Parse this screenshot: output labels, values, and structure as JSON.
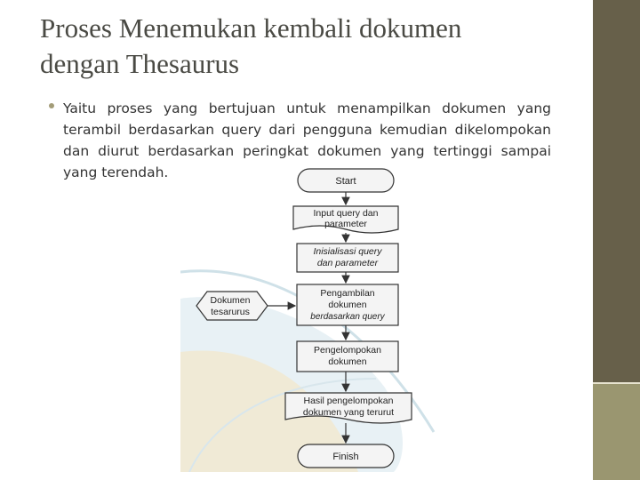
{
  "slide": {
    "title_line1": "Proses Menemukan kembali dokumen",
    "title_line2": "dengan Thesaurus",
    "bullet": "Yaitu proses yang bertujuan untuk menampilkan dokumen yang terambil berdasarkan query dari pengguna kemudian dikelompokan dan diurut berdasarkan peringkat dokumen yang tertinggi sampai yang terendah."
  },
  "flowchart": {
    "start": "Start",
    "step1_line1": "Input query dan",
    "step1_line2": "parameter",
    "step2_line1": "Inisialisasi query",
    "step2_line2": "dan parameter",
    "step3_line1": "Pengambilan",
    "step3_line2": "dokumen",
    "step3_line3": "berdasarkan query",
    "side_line1": "Dokumen",
    "side_line2": "tesarurus",
    "step4_line1": "Pengelompokan",
    "step4_line2": "dokumen",
    "step5_line1": "Hasil pengelompokan",
    "step5_line2": "dokumen yang terurut",
    "finish": "Finish"
  },
  "colors": {
    "sidebar_dark": "#67604a",
    "sidebar_light": "#9a9670",
    "title": "#4a4a44",
    "bullet_dot": "#a39c78"
  }
}
